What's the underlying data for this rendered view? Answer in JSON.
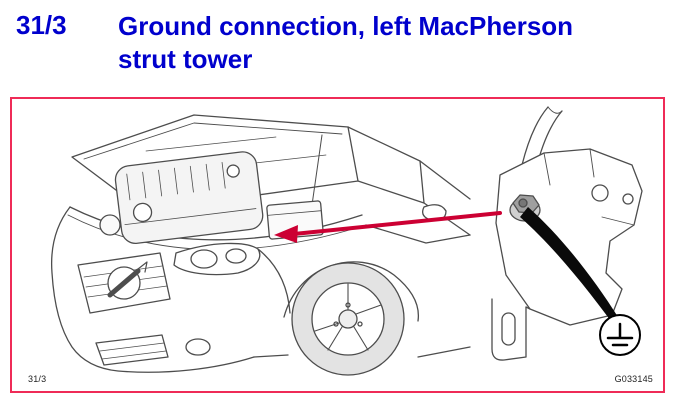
{
  "colors": {
    "title-blue": "#0000cd",
    "figure-border": "#ef2b57",
    "callout-red": "#cc0033",
    "line-gray": "#4d4d4d"
  },
  "header": {
    "section_number": "31/3",
    "title": "Ground connection, left MacPherson strut tower"
  },
  "figure": {
    "footer_left": "31/3",
    "footer_right": "G033145",
    "car_illustration_alt": "Front three-quarter line drawing of car with open hood showing engine bay",
    "detail_illustration_alt": "Close-up of ground connection stud on left MacPherson strut tower",
    "ground_symbol": "earth-ground"
  }
}
